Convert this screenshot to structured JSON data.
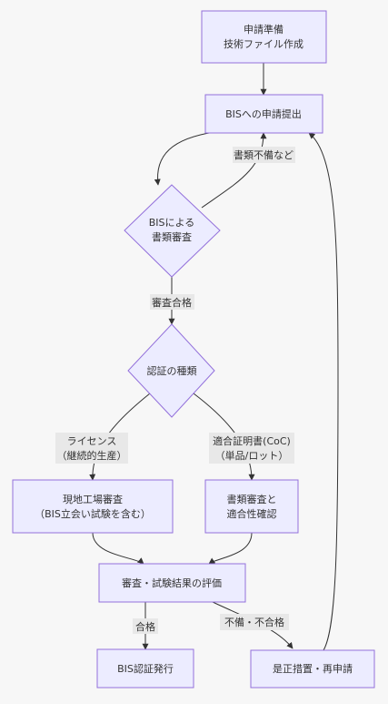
{
  "nodes": {
    "prep": [
      "申請準備",
      "技術ファイル作成"
    ],
    "submit": [
      "BISへの申請提出"
    ],
    "doc_review": [
      "BISによる",
      "書類審査"
    ],
    "cert_type": [
      "認証の種類"
    ],
    "factory_audit": [
      "現地工場審査",
      "（BIS立会い試験を含む）"
    ],
    "doc_conformity": [
      "書類審査と",
      "適合性確認"
    ],
    "evaluation": [
      "審査・試験結果の評価"
    ],
    "issue": [
      "BIS認証発行"
    ],
    "corrective": [
      "是正措置・再申請"
    ]
  },
  "edge_labels": {
    "deficiency": [
      "書類不備など"
    ],
    "passed": [
      "審査合格"
    ],
    "license": [
      "ライセンス",
      "（継続的生産）"
    ],
    "coc": [
      "適合証明書(CoC)",
      "（単品/ロット）"
    ],
    "pass": [
      "合格"
    ],
    "fail": [
      "不備・不合格"
    ]
  }
}
